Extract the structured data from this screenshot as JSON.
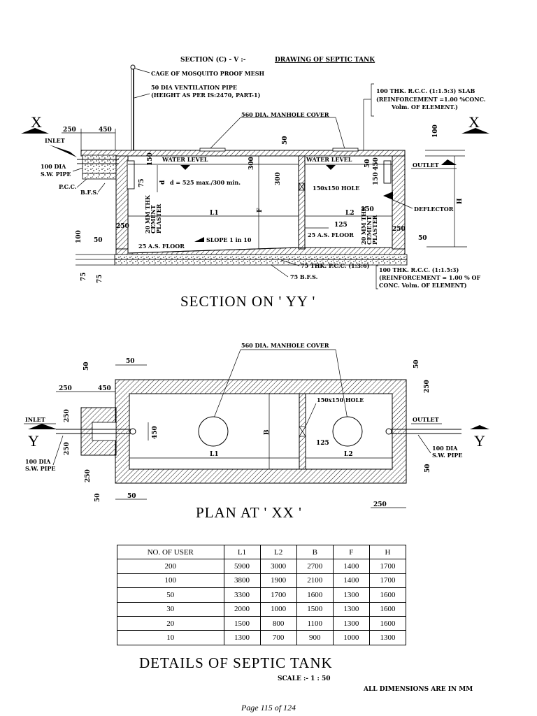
{
  "section": {
    "heading_prefix": "SECTION (C) - V :-",
    "heading_title": "DRAWING OF SEPTIC TANK",
    "cage_label": "CAGE OF MOSQUITO PROOF MESH",
    "vent_pipe_line1": "50 DIA VENTILATION PIPE",
    "vent_pipe_line2": "(HEIGHT AS PER IS:2470, PART-1)",
    "slab_note_line1": "100 THK. R.C.C. (1:1.5:3) SLAB",
    "slab_note_line2": "(REINFORCEMENT =1.00 %CONC.",
    "slab_note_line3": "Volm. OF ELEMENT.)",
    "manhole_label": "560 DIA. MANHOLE COVER",
    "section_mark_x": "X",
    "inlet_label": "INLET",
    "outlet_label": "OUTLET",
    "sw_pipe_line1": "100 DIA",
    "sw_pipe_line2": "S.W. PIPE",
    "pcc_label": "P.C.C.",
    "bfs_label": "B.F.S.",
    "water_level_1": "WATER LEVEL",
    "water_level_2": "WATER LEVEL",
    "depth_label": "d = 525 max./300 min.",
    "hole_label": "150x150 HOLE",
    "deflector_label": "DEFLECTOR",
    "l1_label": "L1",
    "l2_label": "L2",
    "f_label": "F",
    "h_label": "H",
    "slope_label": "SLOPE 1 in 10",
    "floor_label_1": "25 A.S. FLOOR",
    "floor_label_2": "25 A.S. FLOOR",
    "plaster_1a": "20 MM THK",
    "plaster_1b": "CEMENT",
    "plaster_1c": "PLASTER",
    "plaster_2a": "20 MM THK",
    "plaster_2b": "CEMENT",
    "plaster_2c": "PLASTER",
    "pcc_bottom_label": "75 THK. P.C.C. (1:3:6)",
    "bfs_bottom_label": "75 B.F.S.",
    "base_note_line1": "100 THK. R.C.C. (1:1.5:3)",
    "base_note_line2": "(REINFORCEMENT = 1.00 % OF",
    "base_note_line3": "CONC. Volm. OF ELEMENT)",
    "dims": {
      "d250": "250",
      "d450": "450",
      "d50_top": "50",
      "d100_right": "100",
      "d150_left": "150",
      "d75_left": "75",
      "d300_mid": "300",
      "d300_mid2": "300",
      "d50_right": "50",
      "d150_right": "150",
      "d450_right": "450",
      "d150_defl": "150",
      "d125": "125",
      "d250_lwall": "250",
      "d250_rwall": "250",
      "d50_lfloor": "50",
      "d50_rfloor": "50",
      "d100_lbase": "100",
      "d75_a": "75",
      "d75_b": "75"
    },
    "title": "SECTION ON ' YY '"
  },
  "plan": {
    "manhole_label": "560 DIA. MANHOLE COVER",
    "hole_label": "150x150 HOLE",
    "inlet_label": "INLET",
    "outlet_label": "OUTLET",
    "mark_y": "Y",
    "sw_pipe_line1": "100 DIA",
    "sw_pipe_line2": "S.W. PIPE",
    "sw_pipe_r_line1": "100 DIA",
    "sw_pipe_r_line2": "S.W. PIPE",
    "l1_label": "L1",
    "l2_label": "L2",
    "b_label": "B",
    "dims": {
      "d50_tl": "50",
      "d50_tl2": "50",
      "d250_l": "250",
      "d450_l": "450",
      "d250_v1": "250",
      "d250_v2": "250",
      "d450_v": "450",
      "d125": "125",
      "d250_rt": "250",
      "d50_rt": "50",
      "d250_bl": "250",
      "d50_bl": "50",
      "d50_bl2": "50",
      "d250_br": "250",
      "d50_rb": "50"
    },
    "title": "PLAN AT ' XX '"
  },
  "table": {
    "headers": [
      "NO. OF USER",
      "L1",
      "L2",
      "B",
      "F",
      "H"
    ],
    "rows": [
      [
        "200",
        "5900",
        "3000",
        "2700",
        "1400",
        "1700"
      ],
      [
        "100",
        "3800",
        "1900",
        "2100",
        "1400",
        "1700"
      ],
      [
        "50",
        "3300",
        "1700",
        "1600",
        "1300",
        "1600"
      ],
      [
        "30",
        "2000",
        "1000",
        "1500",
        "1300",
        "1600"
      ],
      [
        "20",
        "1500",
        "800",
        "1100",
        "1300",
        "1600"
      ],
      [
        "10",
        "1300",
        "700",
        "900",
        "1000",
        "1300"
      ]
    ],
    "title": "DETAILS OF SEPTIC TANK",
    "scale": "SCALE :- 1 : 50",
    "units_note": "ALL DIMENSIONS ARE IN MM"
  },
  "footer": {
    "page": "Page 115 of 124"
  }
}
